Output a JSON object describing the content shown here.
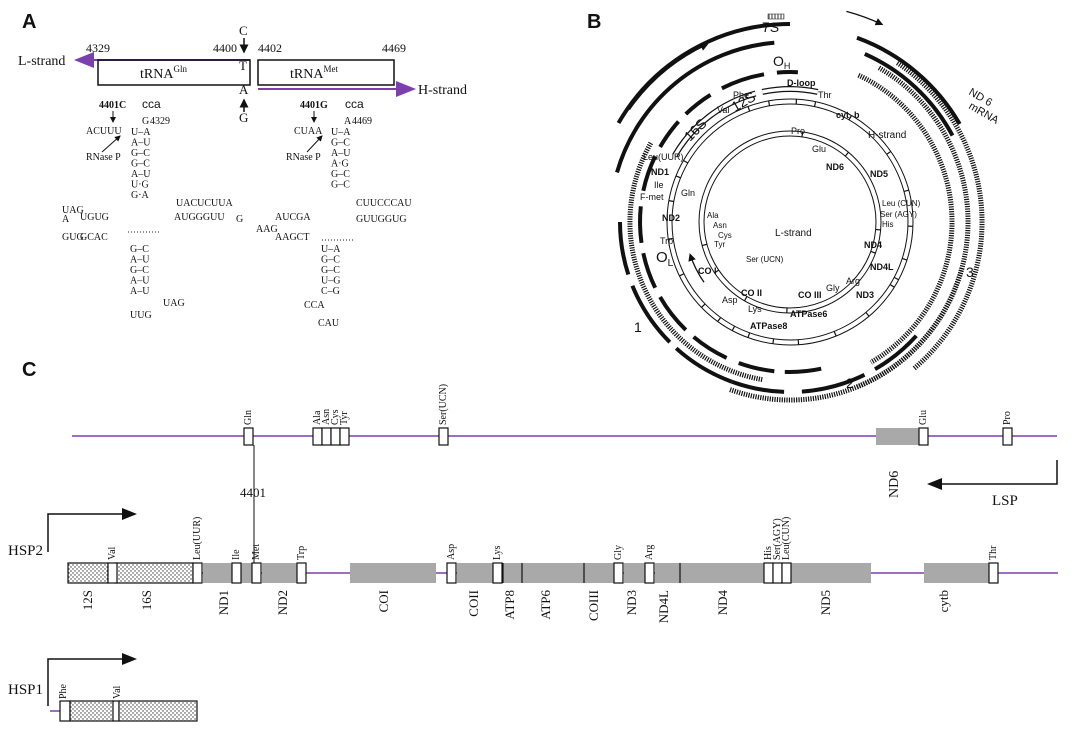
{
  "colors": {
    "strand": "#7b3fb0",
    "gene_gray": "#a9a9a9",
    "cca": "#3a8fd6",
    "black": "#111111"
  },
  "panels": {
    "a": "A",
    "b": "B",
    "c": "C"
  },
  "panel_a": {
    "l_strand": "L-strand",
    "h_strand": "H-strand",
    "pos_4329": "4329",
    "pos_4400": "4400",
    "pos_4402": "4402",
    "pos_4469": "4469",
    "trna_gln": "tRNA",
    "trna_gln_sup": "Gln",
    "trna_met": "tRNA",
    "trna_met_sup": "Met",
    "col_c": "C",
    "col_t": "T",
    "col_a": "A",
    "col_g": "G",
    "mut_left": "4401C",
    "mut_right": "4401G",
    "cca_left": "cca",
    "cca_right": "cca",
    "left_3p_num": "4329",
    "right_3p_num": "4469",
    "rnase_left": "RNase P",
    "rnase_right": "RNase P",
    "left_acceptor_5": "ACUUU",
    "right_acceptor_5": "CUAA",
    "left_stem": [
      "U–A",
      "A–U",
      "G–C",
      "G–C",
      "A–U",
      "U·G",
      "G·A"
    ],
    "left_stem_top": "G",
    "right_stem": [
      "U–A",
      "G–C",
      "A–U",
      "A·G",
      "G–C",
      "G–C"
    ],
    "right_stem_top": "A",
    "left_d_top": "UAG",
    "left_d_mid": "UGUG",
    "left_d_bot": "GCAC",
    "left_d_loop": "GUG",
    "left_d_a": "A",
    "left_t_top": "UACUCUUA",
    "left_t_bot": "AUGGGUU",
    "left_t_g": "G",
    "left_ac": [
      "G–C",
      "A–U",
      "G–C",
      "A–U",
      "A–U"
    ],
    "left_ac_loop": "UUG",
    "left_ac_side": "UAG",
    "right_d_top": "AUCGA",
    "right_d_bot": "AAGCT",
    "right_d_loop": "AAG",
    "right_t_top": "CUUCCCAU",
    "right_t_bot": "GUUGGUG",
    "right_ac": [
      "U–A",
      "G–C",
      "G–C",
      "U–G",
      "C–G"
    ],
    "right_ac_loop": "CAU",
    "right_ac_side": "CCA"
  },
  "panel_b": {
    "t_7s": "7S",
    "t_oh": "O",
    "t_oh_sub": "H",
    "t_dloop": "D-loop",
    "t_thr": "Thr",
    "t_cytb": "cyt. b",
    "t_phe": "Phe",
    "t_val": "Val",
    "t_12s": "12S",
    "t_16s": "16S",
    "t_pro": "Pro",
    "t_hstrand": "H-strand",
    "t_leu_uur": "Leu(UUR)",
    "t_nd1": "ND1",
    "t_ile": "Ile",
    "t_fmet": "F-met",
    "t_gln": "Gln",
    "t_glu": "Glu",
    "t_nd6": "ND6",
    "t_nd5": "ND5",
    "t_nd2": "ND2",
    "t_ala": "Ala",
    "t_asn": "Asn",
    "t_cys": "Cys",
    "t_tyr": "Tyr",
    "t_trp": "Trp",
    "t_leu_cun": "Leu (CUN)",
    "t_ser_agy": "Ser (AGY)",
    "t_his": "His",
    "t_lstrand": "L-strand",
    "t_nd4": "ND4",
    "t_ol": "O",
    "t_ol_sub": "L",
    "t_coi": "CO I",
    "t_ser_ucn": "Ser (UCN)",
    "t_nd4l": "ND4L",
    "t_arg": "Arg",
    "t_gly": "Gly",
    "t_nd3": "ND3",
    "t_asp": "Asp",
    "t_coii": "CO II",
    "t_coiii": "CO III",
    "t_lys": "Lys",
    "t_atp6": "ATPase6",
    "t_atp8": "ATPase8",
    "t_nd6mrna_1": "ND 6",
    "t_nd6mrna_2": "mRNA",
    "t_1": "1",
    "t_2": "2",
    "t_3": "3"
  },
  "panel_c": {
    "top_trnas": [
      "Gln",
      "Ala",
      "Asn",
      "Cys",
      "Tyr",
      "Ser(UCN)",
      "Glu",
      "Pro"
    ],
    "nd6": "ND6",
    "lsp": "LSP",
    "pos_4401": "4401",
    "hsp2": "HSP2",
    "hsp1": "HSP1",
    "main_trnas": [
      "Val",
      "Leu(UUR)",
      "Ile",
      "Met",
      "Trp",
      "Asp",
      "Lys",
      "Gly",
      "Arg",
      "His",
      "Ser(AGY)",
      "Leu(CUN)",
      "Thr"
    ],
    "genes": [
      "12S",
      "16S",
      "ND1",
      "ND2",
      "COI",
      "COII",
      "ATP8",
      "ATP6",
      "COIII",
      "ND3",
      "ND4L",
      "ND4",
      "ND5",
      "cytb"
    ],
    "hsp1_trnas": [
      "Phe",
      "Val"
    ]
  }
}
